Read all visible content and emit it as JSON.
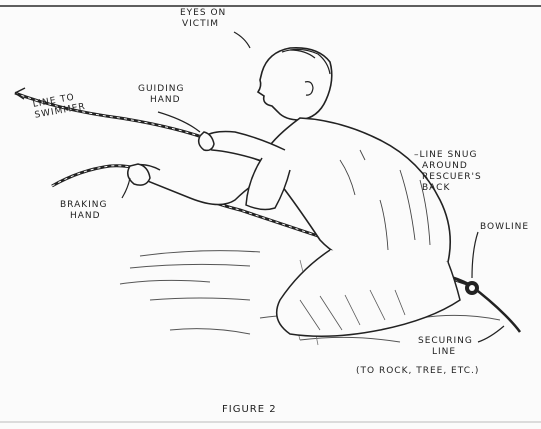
{
  "figure": {
    "caption": "FIGURE 2",
    "labels": {
      "eyes_on_victim": [
        "EYES ON",
        "VICTIM"
      ],
      "line_to_swimmer": [
        "LINE TO",
        "SWIMMER"
      ],
      "guiding_hand": [
        "GUIDING",
        "HAND"
      ],
      "braking_hand": [
        "BRAKING",
        "HAND"
      ],
      "line_snug": [
        "–LINE SNUG",
        "AROUND",
        "RESCUER'S",
        "BACK"
      ],
      "bowline": [
        "BOWLINE"
      ],
      "securing_line": [
        "SECURING",
        "LINE"
      ],
      "securing_note": "(TO ROCK, TREE, ETC.)"
    }
  },
  "colors": {
    "ink": "#222222",
    "paper": "#fbfbfb"
  }
}
